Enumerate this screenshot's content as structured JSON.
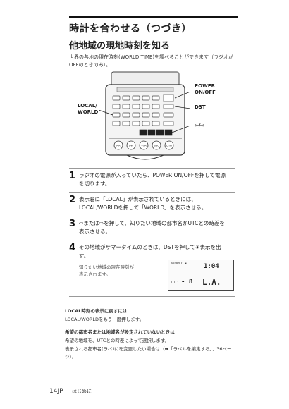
{
  "header": {
    "title": "時計を合わせる（つづき）",
    "subtitle": "他地域の現地時刻を知る",
    "intro": "世界の各地の現在時刻(WORLD TIME)を調べることができます（ラジオがOFFのときのみ）。"
  },
  "figure": {
    "callout_power": "POWER ON/OFF",
    "callout_dst": "DST",
    "callout_local": "LOCAL/ WORLD",
    "callout_arrows": "⇦/⇨",
    "key_labels": [
      "MR",
      "DW",
      "VOA",
      "BBC",
      "DTH"
    ]
  },
  "steps": [
    {
      "num": "1",
      "text": "ラジオの電源が入っていたら、POWER ON/OFFを押して電源を切ります。"
    },
    {
      "num": "2",
      "text": "表示窓に「LOCAL」が表示されているときには、LOCAL/WORLDを押して「WORLD」を表示させる。"
    },
    {
      "num": "3",
      "text": "⇦または⇨を押して、知りたい地域の都市名かUTCとの時差を表示させる。"
    },
    {
      "num": "4",
      "text": "その地域がサマータイムのときは、DSTを押して☀表示を出す。"
    }
  ],
  "step4_note": "知りたい地域の現在時刻が表示されます。",
  "lcd": {
    "label_top": "WORLD ☀",
    "time": "1:04",
    "utc_label": "UTC",
    "utc_value": "- 8",
    "city": "L.A."
  },
  "notes": {
    "return_heading": "LOCAL時刻の表示に戻すには",
    "return_text": "LOCAL/WORLDをもう一度押します。",
    "missing_heading": "希望の都市名または地域名が設定されていないときは",
    "missing_text": "希望の地域を、UTCとの時差によって選択します。",
    "rename_text": "表示される都市名(ラベル)を変更したい場合は（➡「ラベルを編集する」、36ページ）。"
  },
  "footer": {
    "page": "14JP",
    "section": "はじめに"
  }
}
